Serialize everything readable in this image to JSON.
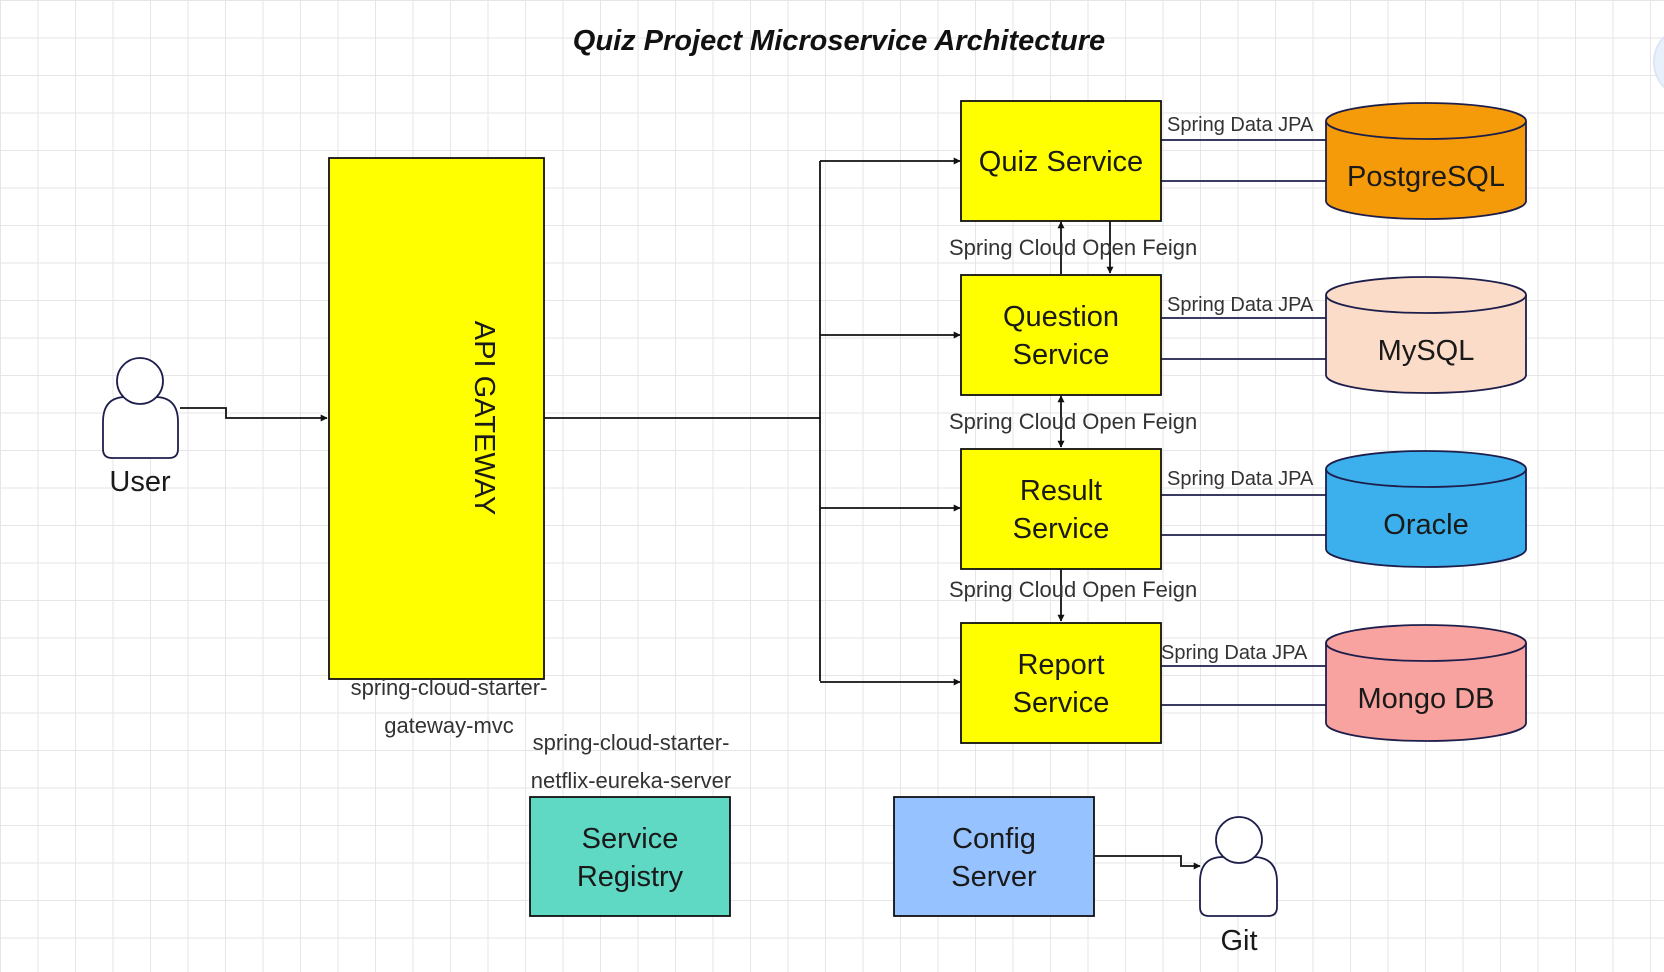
{
  "title": "Quiz Project Microservice Architecture",
  "actors": {
    "user": "User",
    "git": "Git"
  },
  "gateway": {
    "label": "API GATEWAY",
    "dependency_line1": "spring-cloud-starter-",
    "dependency_line2": "gateway-mvc"
  },
  "services": {
    "quiz": {
      "label": "Quiz Service"
    },
    "question": {
      "line1": "Question",
      "line2": "Service"
    },
    "result": {
      "line1": "Result",
      "line2": "Service"
    },
    "report": {
      "line1": "Report",
      "line2": "Service"
    }
  },
  "databases": {
    "postgres": "PostgreSQL",
    "mysql": "MySQL",
    "oracle": "Oracle",
    "mongo": "Mongo DB"
  },
  "connectors": {
    "feign": "Spring Cloud Open Feign",
    "jpa": "Spring Data JPA"
  },
  "registry": {
    "line1": "Service",
    "line2": "Registry",
    "dependency_line1": "spring-cloud-starter-",
    "dependency_line2": "netflix-eureka-server"
  },
  "config": {
    "line1": "Config",
    "line2": "Server"
  },
  "colors": {
    "service_fill": "#ffff00",
    "postgres_fill": "#f59b0a",
    "mysql_fill": "#fadcc8",
    "oracle_fill": "#3cb0ec",
    "mongo_fill": "#f8a3a0",
    "registry_fill": "#5fd8c4",
    "config_fill": "#96c2ff",
    "actor_stroke": "#1e1e4c"
  }
}
